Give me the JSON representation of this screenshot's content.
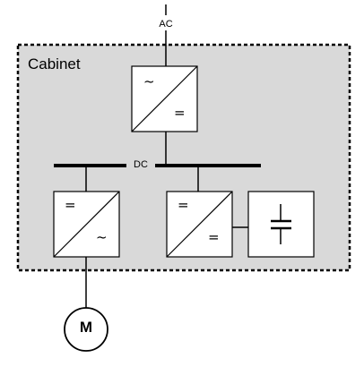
{
  "diagram": {
    "ac_label": "AC",
    "cabinet_label": "Cabinet",
    "dc_label": "DC",
    "motor_label": "M",
    "rectifier": {
      "input_symbol": "~",
      "output_symbol": "="
    },
    "inverter": {
      "input_symbol": "=",
      "output_symbol": "~"
    },
    "dcdc_converter": {
      "input_symbol": "=",
      "output_symbol": "="
    }
  },
  "colors": {
    "cabinet_fill": "#d9d9d9",
    "box_fill": "#ffffff",
    "line": "#000000"
  }
}
